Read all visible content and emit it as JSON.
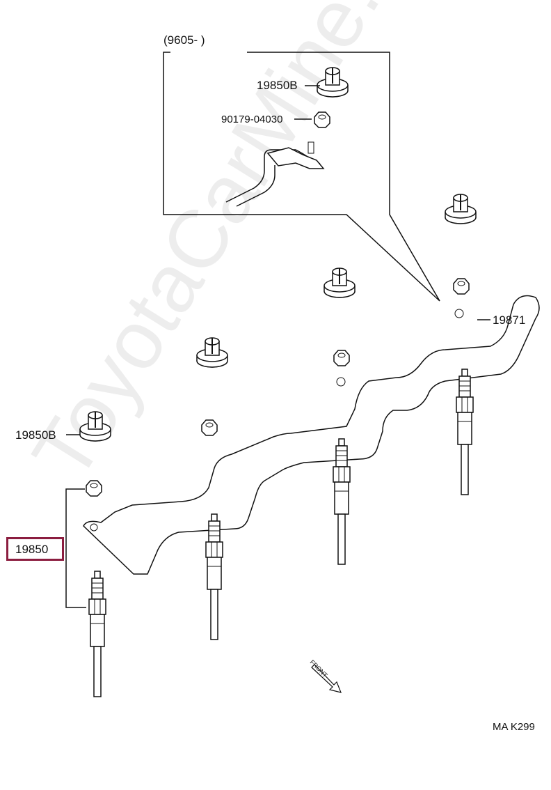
{
  "inset": {
    "date_range": "(9605-          )"
  },
  "labels": {
    "bracket_fastener_top": "19850B",
    "bracket_fastener_left": "19850B",
    "nut": "90179-04030",
    "bus_bar": "19871",
    "glow_plug": "19850"
  },
  "front_arrow": "FRONT",
  "figure_code": "MA K299",
  "watermark": "ToyotaCarMine.ru",
  "colors": {
    "highlight": "#8b1d3f",
    "line": "#111111"
  }
}
